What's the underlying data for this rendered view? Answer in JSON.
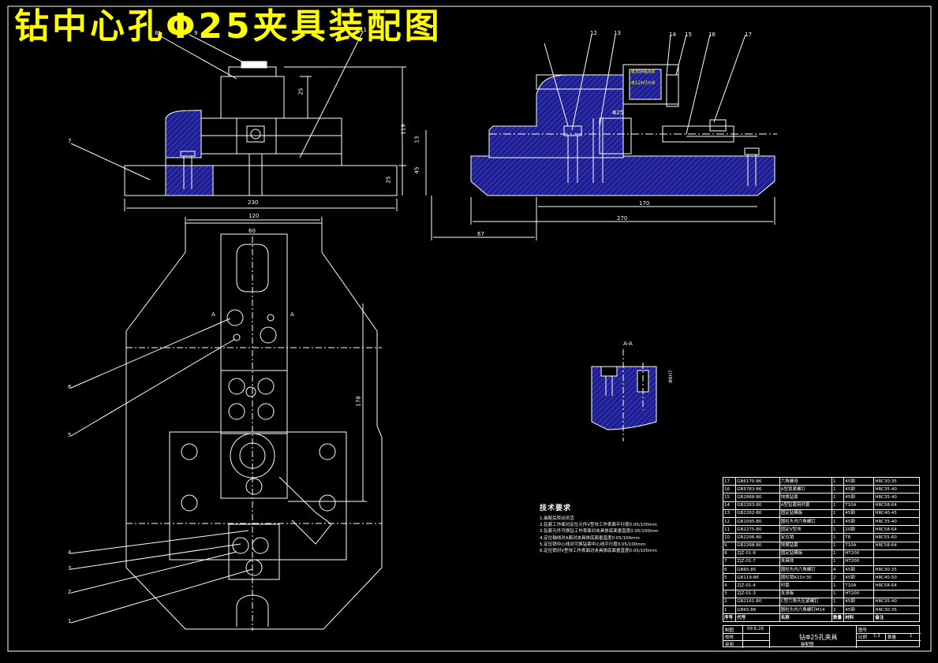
{
  "title": "钻中心孔Φ25夹具装配图",
  "colors": {
    "background": "#000000",
    "line": "#ffffff",
    "hatch": "#2a2aa8",
    "title": "#ffff00"
  },
  "dimensions": {
    "front_width": "230",
    "front_height": "119",
    "front_base": "25",
    "front_top": "25",
    "side_total": "270",
    "side_inner": "170",
    "side_left": "67",
    "side_h1": "45",
    "side_h2": "13",
    "top_width": "120",
    "top_inner": "60",
    "top_height": "178",
    "hole_dia": "Φ25",
    "fit1": "Φ30H6/k6",
    "fit2": "Φ12H7/n6",
    "section_fit": "Φ8H7"
  },
  "balloons": [
    "1",
    "2",
    "3",
    "4",
    "5",
    "6",
    "7",
    "8",
    "9",
    "11",
    "12",
    "13",
    "14",
    "15",
    "16",
    "17"
  ],
  "section": {
    "label": "A-A",
    "marker_left": "A",
    "marker_right": "A"
  },
  "tech_notes": {
    "title": "技术要求",
    "lines": [
      "1.装配后转动灵活",
      "2.钻套工作面对定位元件V型块工作表面平行度0.05/100mm",
      "3.钻套元件可换钻工作表面对夹具体底面垂直度0.05/100mm",
      "4.定位轴线对A面对夹具体底面垂直度0.05/100mm",
      "5.定位销中心线对可换钻套中心线平行度0.05/100mm",
      "6.定位销对V型块工作表面对夹具体底面垂直度0.05/100mm"
    ]
  },
  "bom": {
    "rows": [
      [
        "17",
        "GB6170-86",
        "六角螺母",
        "1",
        "45钢",
        "HRC30-35"
      ],
      [
        "16",
        "GB5783-86",
        "A型锁紧螺钉",
        "1",
        "45钢",
        "HRC35-40"
      ],
      [
        "15",
        "GB2868-80",
        "快换钻套",
        "1",
        "45钢",
        "HRC35-40"
      ],
      [
        "14",
        "GB2263-80",
        "A型钻套用衬套",
        "1",
        "T10A",
        "HRC58-64"
      ],
      [
        "13",
        "GB2262-80",
        "固定钻模板",
        "1",
        "45钢",
        "HRC40-45"
      ],
      [
        "12",
        "GB1095-80",
        "圆柱头内六角螺钉",
        "1",
        "45钢",
        "HRC35-40"
      ],
      [
        "11",
        "GB2275-80",
        "固定V型块",
        "1",
        "20钢",
        "HRC58-64"
      ],
      [
        "10",
        "GB2206-80",
        "定位销",
        "1",
        "T8",
        "HRC55-60"
      ],
      [
        "9",
        "GB2268-80",
        "快换钻套",
        "1",
        "T10A",
        "HRC58-64"
      ],
      [
        "8",
        "ZJZ-01-8",
        "固定钻模板",
        "1",
        "HT200",
        ""
      ],
      [
        "7",
        "ZJZ-01-7",
        "夹具体",
        "1",
        "HT200",
        ""
      ],
      [
        "6",
        "GB65-85",
        "圆柱头内六角螺钉",
        "4",
        "45钢",
        "HRC30-35"
      ],
      [
        "5",
        "GB119-86",
        "圆柱销A10×30",
        "2",
        "45钢",
        "HRC40-50"
      ],
      [
        "4",
        "ZJZ-01-4",
        "衬套",
        "1",
        "T10A",
        "HRC58-64"
      ],
      [
        "3",
        "ZJZ-01-3",
        "支承板",
        "1",
        "HT200",
        ""
      ],
      [
        "2",
        "GB2161-80",
        "C型六角头压紧螺钉",
        "1",
        "45钢",
        "HRC35-40"
      ],
      [
        "1",
        "GB65-86",
        "圆柱头内六角螺钉M14",
        "2",
        "45钢",
        "HRC30-35"
      ]
    ],
    "header": [
      "序号",
      "代号",
      "名称",
      "数量",
      "材料",
      "备注"
    ]
  },
  "title_block": {
    "name": "钻Φ25孔夹具",
    "drawing_type": "装配图",
    "scale_label": "比例",
    "scale": "1:1",
    "qty_label": "数量",
    "qty": "1",
    "sheet_label": "图号",
    "date": "09.6.28",
    "rows": [
      "制图",
      "校核",
      "审阅"
    ]
  }
}
